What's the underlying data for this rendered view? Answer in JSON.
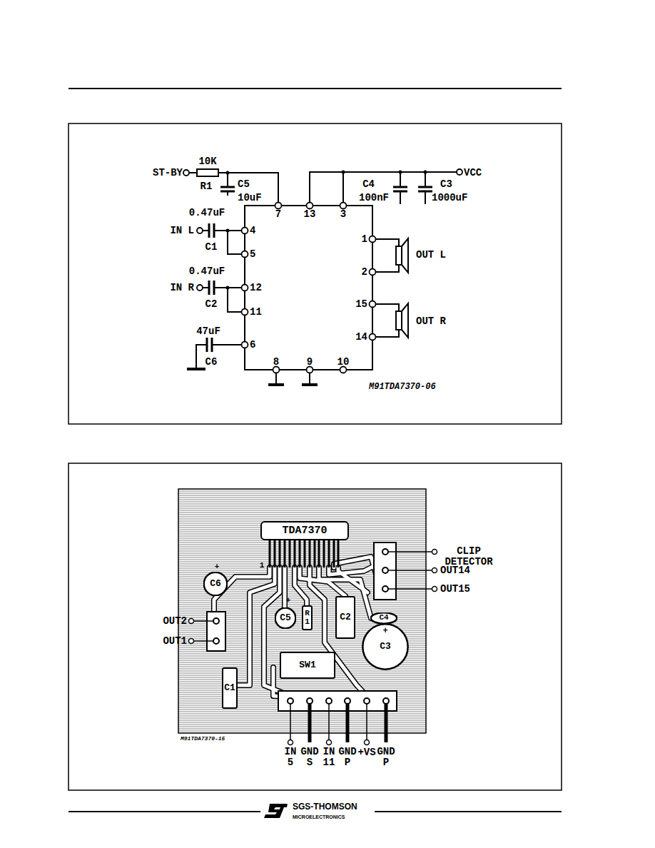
{
  "diagram": {
    "nodes": [
      {
        "text": [
          "TDA7370"
        ]
      },
      {
        "text": [
          "C6"
        ]
      },
      {
        "text": [
          "C5"
        ]
      },
      {
        "text": [
          "R 1"
        ]
      },
      {
        "text": [
          "C2"
        ]
      },
      {
        "text": [
          "C4"
        ]
      },
      {
        "text": [
          "C3"
        ]
      },
      {
        "text": [
          "SW1"
        ]
      },
      {
        "text": [
          "C1"
        ]
      }
    ],
    "labels": [
      "ST-BY",
      "10K",
      "R1",
      "C5",
      "10uF",
      "0.47uF",
      "IN L",
      "C1",
      "0.47uF",
      "IN R",
      "C2",
      "47uF",
      "C6",
      "C4",
      "100nF",
      "C3",
      "1000uF",
      "VCC",
      "7",
      "13",
      "3",
      "4",
      "5",
      "12",
      "11",
      "6",
      "8",
      "9",
      "10",
      "1",
      "2",
      "15",
      "14",
      "OUT L",
      "OUT R",
      "M91TDA7370-06",
      "1",
      "+",
      "+",
      "+",
      "CLIP DETECTOR",
      "OUT14",
      "OUT15",
      "OUT2",
      "OUT1",
      "IN 5",
      "GND S",
      "IN 11",
      "GND P",
      "+VS",
      "GND P",
      "M91TDA7370-15",
      "SGS-THOMSON",
      "MICROELECTRONICS"
    ]
  }
}
